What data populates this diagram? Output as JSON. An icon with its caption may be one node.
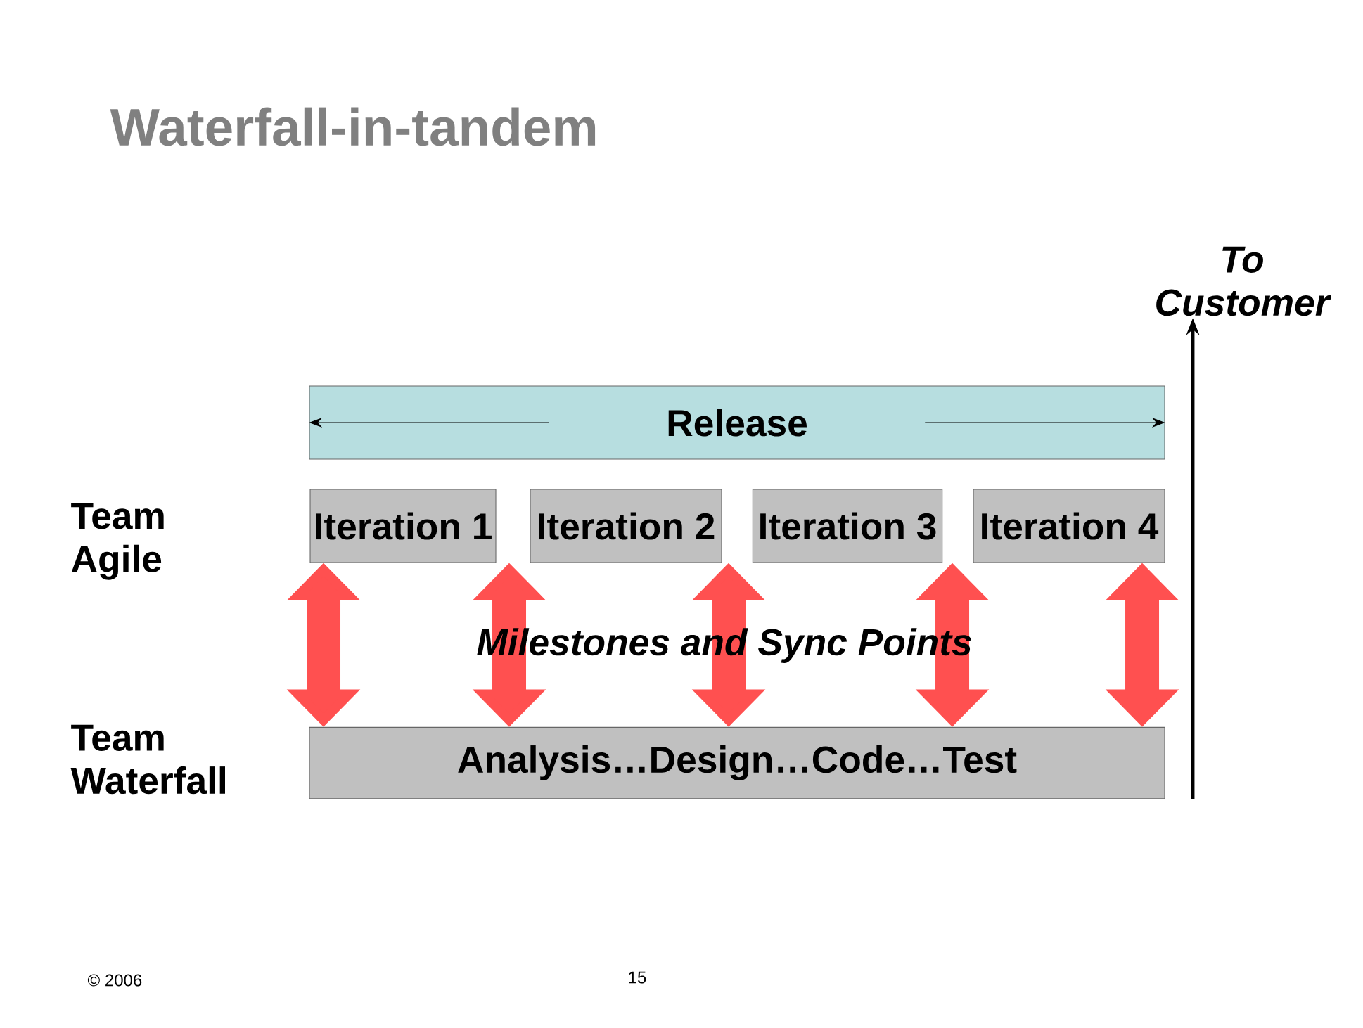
{
  "diagram": {
    "title": "Waterfall-in-tandem",
    "nodes": [
      {
        "text": [
          "Release"
        ]
      },
      {
        "text": [
          "Iteration 1"
        ]
      },
      {
        "text": [
          "Iteration 2"
        ]
      },
      {
        "text": [
          "Iteration 3"
        ]
      },
      {
        "text": [
          "Iteration 4"
        ]
      },
      {
        "text": [
          "Analysis…Design…Code…Test"
        ]
      },
      {
        "text": [
          "To Customer"
        ]
      }
    ],
    "edges": [
      {
        "from": 1,
        "to": 5,
        "arrow": "both"
      },
      {
        "from": 1,
        "to": 5,
        "arrow": "both"
      },
      {
        "from": 2,
        "to": 5,
        "arrow": "both"
      },
      {
        "from": 3,
        "to": 5,
        "arrow": "both"
      },
      {
        "from": 4,
        "to": 5,
        "arrow": "both"
      },
      {
        "from": null,
        "to": 6,
        "arrow": "to",
        "color": "#000000"
      }
    ],
    "labels": [
      "Team Agile",
      "Team Waterfall",
      "Milestones and Sync Points",
      "© 2006",
      "15"
    ]
  }
}
